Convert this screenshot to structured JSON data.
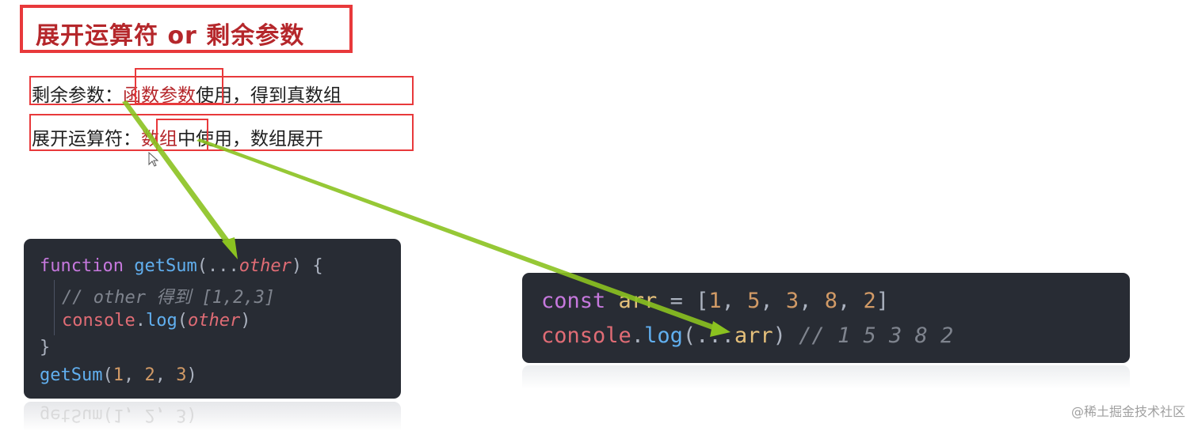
{
  "title": "展开运算符 or 剩余参数",
  "definitions": {
    "rest": {
      "label": "剩余参数：",
      "highlight": "函数参数",
      "tail": "使用，得到真数组"
    },
    "spread": {
      "label": "展开运算符：",
      "highlight": "数组",
      "tail": "中使用，数组展开"
    }
  },
  "code_left": {
    "line1": {
      "kw": "function",
      "fn": "getSum",
      "open": "(...",
      "param": "other",
      "close": ") {"
    },
    "line2": {
      "comment": "// other 得到 [1,2,3]"
    },
    "line3": {
      "obj": "console",
      "dot": ".",
      "fn": "log",
      "open": "(",
      "param": "other",
      "close": ")"
    },
    "line4": {
      "text": "}"
    },
    "line5": {
      "fn": "getSum",
      "open": "(",
      "a": "1",
      "s1": ", ",
      "b": "2",
      "s2": ", ",
      "c": "3",
      "close": ")"
    },
    "reflection": "getSum(1, 2, 3)"
  },
  "code_right": {
    "line1": {
      "kw": "const",
      "var": "arr",
      "eq": " = [",
      "n1": "1",
      "s1": ", ",
      "n2": "5",
      "s2": ", ",
      "n3": "3",
      "s3": ", ",
      "n4": "8",
      "s4": ", ",
      "n5": "2",
      "close": "]"
    },
    "line2": {
      "obj": "console",
      "dot": ".",
      "fn": "log",
      "open": "(...",
      "var": "arr",
      "close": ") ",
      "comment": "// 1 5 3 8 2"
    }
  },
  "watermark": "@稀土掘金技术社区",
  "colors": {
    "accent_red": "#e8393b",
    "arrow_green": "#8bc220",
    "code_bg": "#282c34"
  }
}
